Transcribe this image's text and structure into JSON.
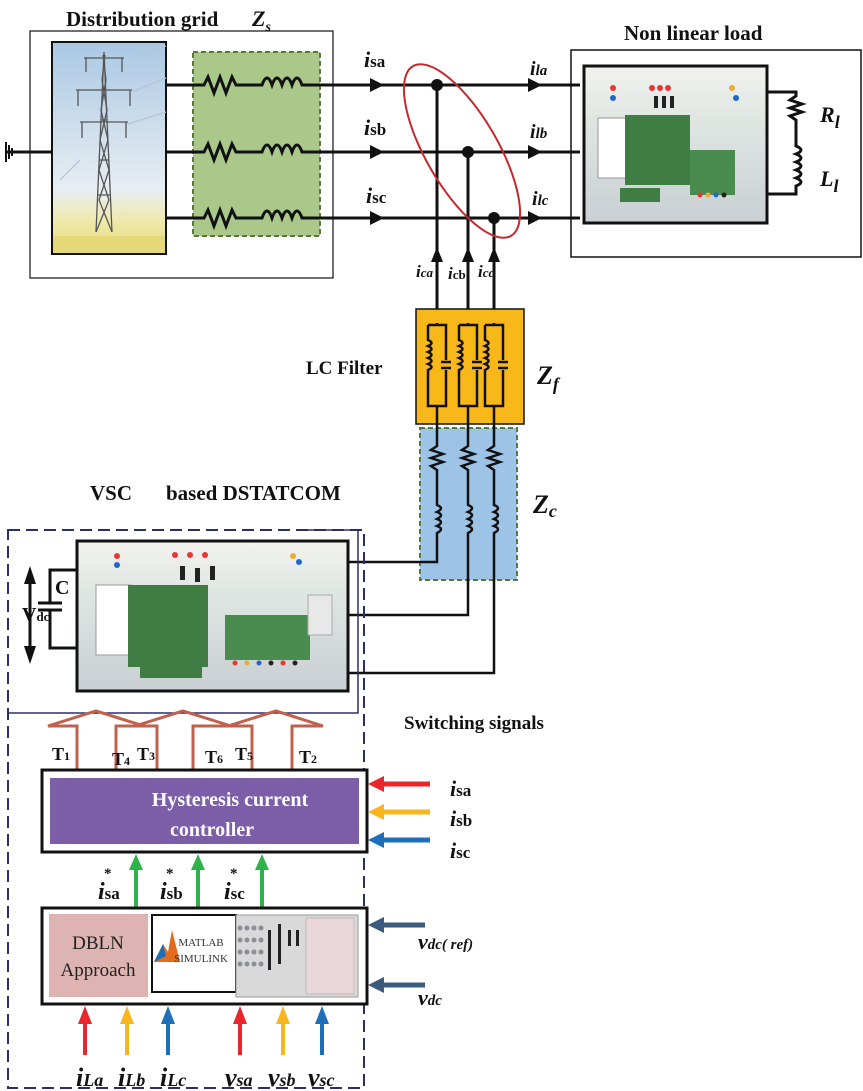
{
  "title_grid": "Distribution grid",
  "zs_label": {
    "main": "Z",
    "sub": "s"
  },
  "title_load": "Non linear load",
  "load_R": {
    "main": "R",
    "sub": "l"
  },
  "load_L": {
    "main": "L",
    "sub": "l"
  },
  "source_currents": [
    {
      "main": "i",
      "sub": "sa"
    },
    {
      "main": "i",
      "sub": "sb"
    },
    {
      "main": "i",
      "sub": "sc"
    }
  ],
  "load_currents": [
    {
      "main": "i",
      "sub": "la"
    },
    {
      "main": "i",
      "sub": "lb"
    },
    {
      "main": "i",
      "sub": "lc"
    }
  ],
  "comp_currents": [
    {
      "main": "i",
      "sub": "ca"
    },
    {
      "main": "i",
      "sub": "cb"
    },
    {
      "main": "i",
      "sub": "cc"
    }
  ],
  "lc_filter_label": "LC Filter",
  "zf_label": {
    "main": "Z",
    "sub": "f"
  },
  "zc_label": {
    "main": "Z",
    "sub": "c"
  },
  "dstatcom_title_a": "VSC",
  "dstatcom_title_b": "based DSTATCOM",
  "cap_label": "C",
  "vdc_label": {
    "main": "V",
    "sub": "dc"
  },
  "switching_label": "Switching signals",
  "switch_labels": [
    {
      "main": "T",
      "sub": "1"
    },
    {
      "main": "T",
      "sub": "4"
    },
    {
      "main": "T",
      "sub": "3"
    },
    {
      "main": "T",
      "sub": "6"
    },
    {
      "main": "T",
      "sub": "5"
    },
    {
      "main": "T",
      "sub": "2"
    }
  ],
  "hcc_line1": "Hysteresis current",
  "hcc_line2": "controller",
  "hcc_inputs": [
    {
      "main": "i",
      "sub": "sa",
      "color": "#e8262b"
    },
    {
      "main": "i",
      "sub": "sb",
      "color": "#f7b61d"
    },
    {
      "main": "i",
      "sub": "sc",
      "color": "#1c6fb8"
    }
  ],
  "ref_currents": [
    {
      "main": "i",
      "sub": "sa",
      "sup": "*"
    },
    {
      "main": "i",
      "sub": "sb",
      "sup": "*"
    },
    {
      "main": "i",
      "sub": "sc",
      "sup": "*"
    }
  ],
  "dbln_line1": "DBLN",
  "dbln_line2": "Approach",
  "matlab_line1": "MATLAB",
  "matlab_line2": "SIMULINK",
  "vdc_ref": {
    "main": "v",
    "sub": "dc( ref)"
  },
  "vdc": {
    "main": "v",
    "sub": "dc"
  },
  "bottom_inputs": [
    {
      "main": "i",
      "sub": "La",
      "color": "#e8262b"
    },
    {
      "main": "i",
      "sub": "Lb",
      "color": "#f7b61d"
    },
    {
      "main": "i",
      "sub": "Lc",
      "color": "#1c6fb8"
    },
    {
      "main": "v",
      "sub": "sa",
      "color": "#e8262b"
    },
    {
      "main": "v",
      "sub": "sb",
      "color": "#f7b61d"
    },
    {
      "main": "v",
      "sub": "sc",
      "color": "#1c6fb8"
    }
  ],
  "colors": {
    "zs_fill": "#a9c88a",
    "zs_border": "#5a7a3a",
    "lc_fill": "#f9b81a",
    "zc_fill": "#9dc3e6",
    "zc_border": "#5a7a3a",
    "hcc_fill": "#7b5ea7",
    "dbln_fill": "#deb4b2",
    "pcc_ellipse": "#c6282d",
    "switch_arrow": "#c0604d",
    "ref_arrow": "#2db34a",
    "dashed_border": "#2b2e6b",
    "dc_arrow": "#3b5a7e"
  }
}
